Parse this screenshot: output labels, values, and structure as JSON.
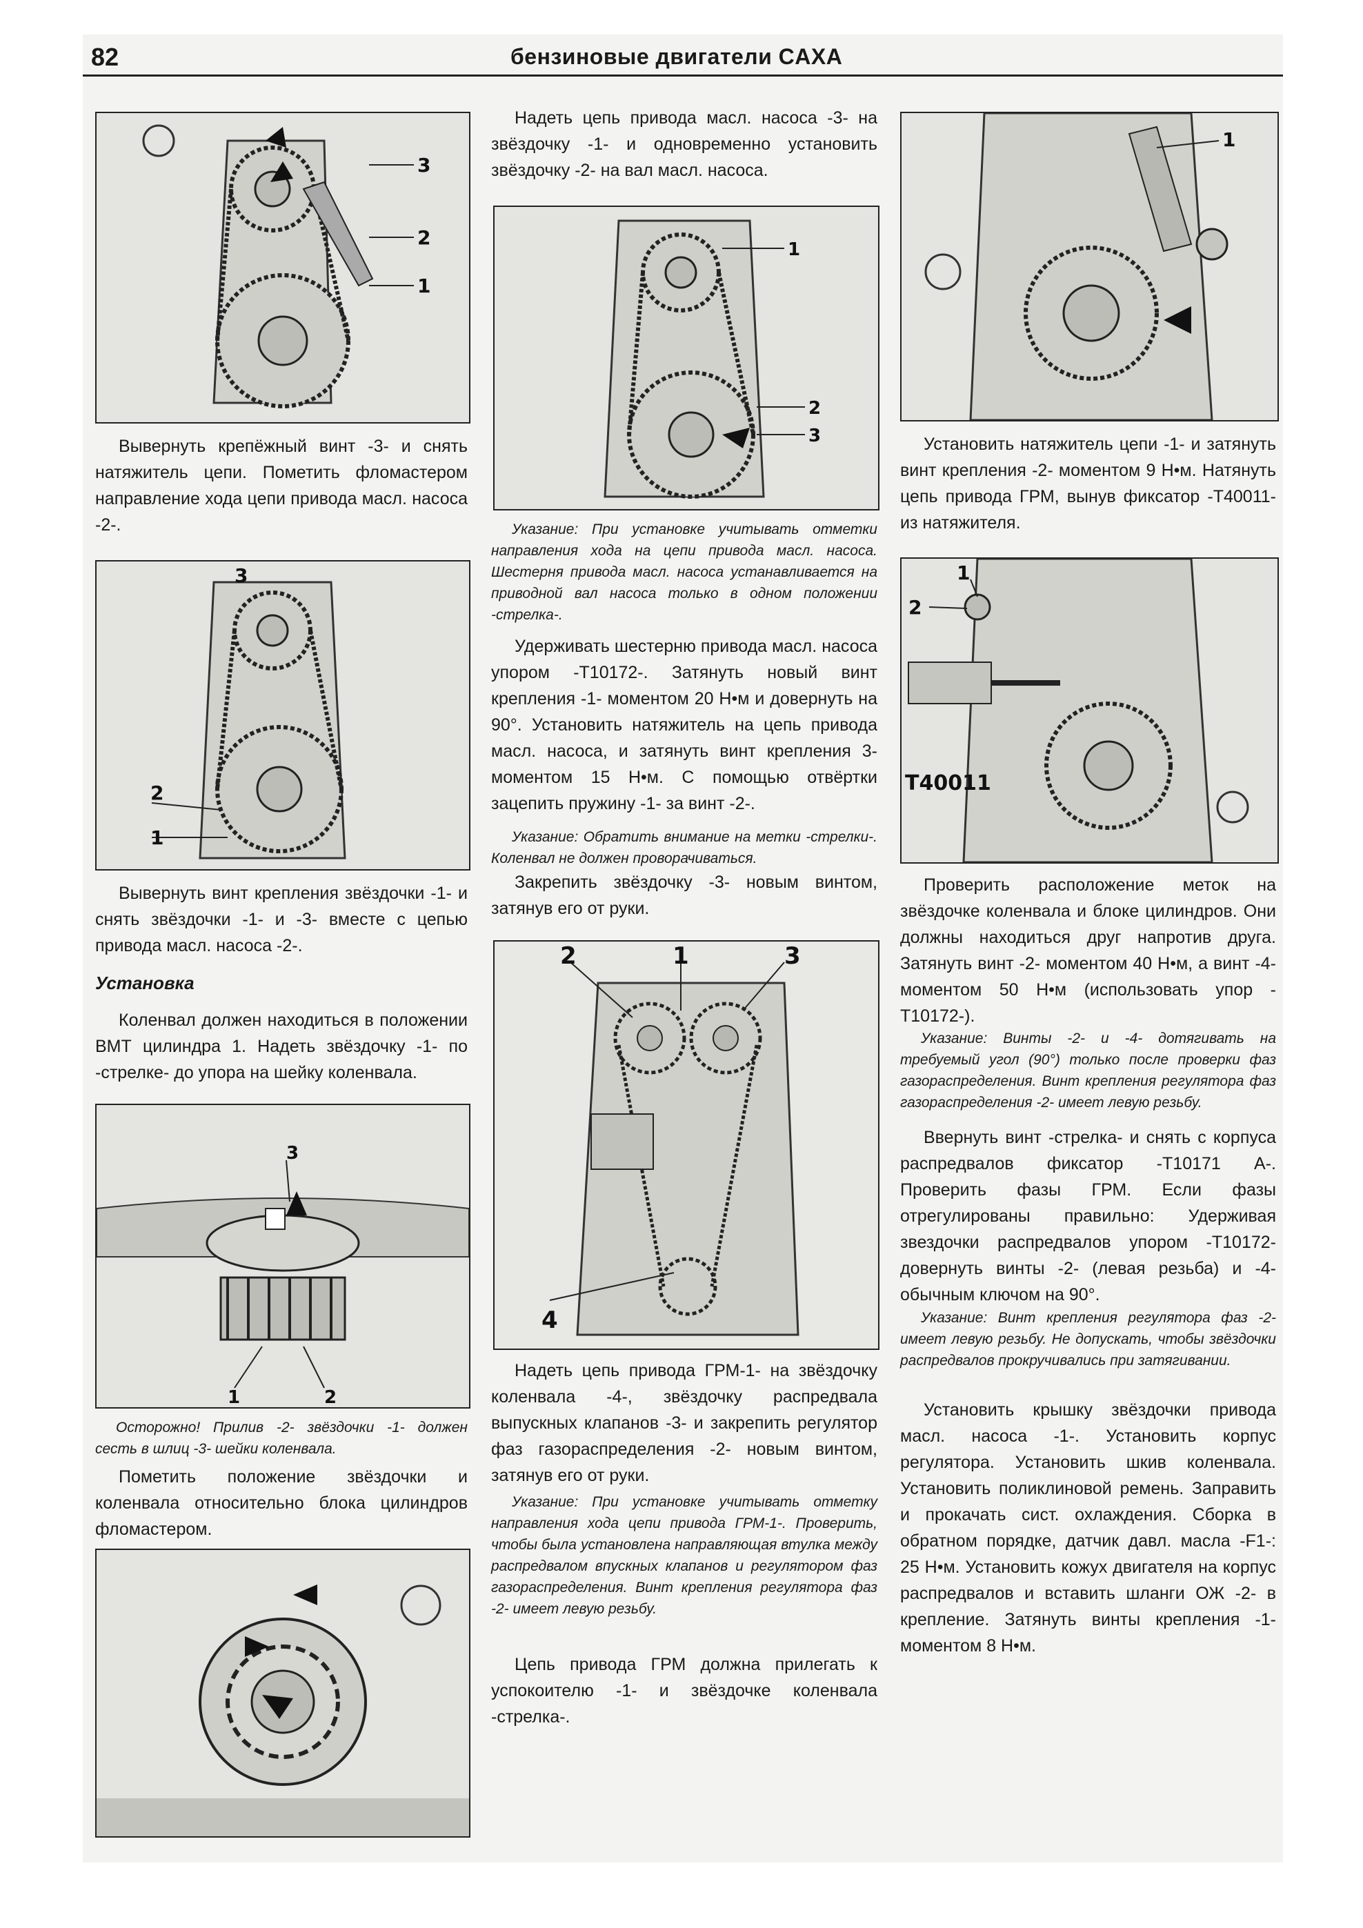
{
  "header": {
    "page_number": "82",
    "running_title": "бензиновые двигатели CAXA"
  },
  "figures": {
    "fig1": {
      "labels": [
        "3",
        "2",
        "1"
      ]
    },
    "fig2": {
      "labels": [
        "3",
        "2",
        "1"
      ]
    },
    "fig3": {
      "labels": [
        "3",
        "1",
        "2"
      ]
    },
    "fig4": {
      "labels": []
    },
    "fig5": {
      "labels": [
        "1",
        "2",
        "3"
      ]
    },
    "fig6": {
      "labels": [
        "2",
        "1",
        "3",
        "4"
      ]
    },
    "fig7": {
      "labels": [
        "1"
      ]
    },
    "fig8": {
      "labels": [
        "1",
        "2",
        "T40011"
      ]
    }
  },
  "col1": {
    "p1": "Вывернуть крепёжный винт -3- и снять натяжитель цепи. Пометить фломастером направление хода цепи привода масл. насоса -2-.",
    "p2": "Вывернуть винт крепления звёздочки -1- и снять звёздочки -1- и -3- вместе с цепью привода масл. насоса -2-.",
    "heading": "Установка",
    "p3": "Коленвал должен находиться в положении ВМТ цилиндра 1. Надеть звёздочку -1- по -стрелке- до упора на шейку коленвала.",
    "note1": "Осторожно! Прилив -2- звёздочки -1- должен сесть в шлиц -3- шейки коленвала.",
    "p4": "Пометить положение звёздочки и коленвала относительно блока цилиндров фломастером."
  },
  "col2": {
    "p1": "Надеть цепь привода масл. насоса -3- на звёздочку -1- и одновременно установить звёздочку -2- на вал масл. насоса.",
    "note1": "Указание: При установке учитывать отметки направления хода на цепи привода масл. насоса. Шестерня привода масл. насоса устанавливается на приводной вал насоса только в одном положении -стрелка-.",
    "p2": "Удерживать шестерню привода масл. насоса упором -T10172-. Затянуть новый винт крепления -1- моментом 20 Н•м и довернуть на 90°. Установить натяжитель на цепь привода масл. насоса, и затянуть винт крепления 3- моментом 15 Н•м. С помощью отвёртки зацепить пружину -1- за винт -2-.",
    "note2": "Указание: Обратить внимание на метки -стрелки-. Коленвал не должен проворачиваться.",
    "p3": "Закрепить звёздочку -3- новым винтом, затянув его от руки.",
    "p4": "Надеть цепь привода ГРМ-1- на звёздочку коленвала -4-, звёздочку распредвала выпускных клапанов -3- и закрепить регулятор фаз газораспределения -2- новым винтом, затянув его от руки.",
    "note3": "Указание: При установке учитывать отметку направления хода цепи привода ГРМ-1-. Проверить, чтобы была установлена направляющая втулка между распредвалом впускных клапанов и регулятором фаз газораспределения. Винт крепления регулятора фаз -2- имеет левую резьбу.",
    "p5": "Цепь привода ГРМ должна прилегать к успокоителю -1- и звёздочке коленвала -стрелка-."
  },
  "col3": {
    "p1": "Установить натяжитель цепи -1- и затянуть винт крепления -2- моментом 9 Н•м. Натянуть цепь привода ГРМ, вынув фиксатор -T40011- из натяжителя.",
    "p2": "Проверить расположение меток на звёздочке коленвала и блоке цилиндров. Они должны находиться друг напротив друга. Затянуть винт -2- моментом 40 Н•м, а винт -4- моментом 50 Н•м (использовать упор -T10172-).",
    "note1": "Указание: Винты -2- и -4- дотягивать на требуемый угол (90°) только после проверки фаз газораспределения. Винт крепления регулятора фаз газораспределения -2- имеет левую резьбу.",
    "p3": "Ввернуть винт -стрелка- и снять с корпуса распредвалов фиксатор -T10171 А-. Проверить фазы ГРМ. Если фазы отрегулированы правильно: Удерживая звездочки распредвалов упором -T10172- довернуть винты -2- (левая резьба) и -4- обычным ключом на 90°.",
    "note2": "Указание: Винт крепления регулятора фаз -2- имеет левую резьбу. Не допускать, чтобы звёздочки распредвалов прокручивались при затягивании.",
    "p4": "Установить крышку звёздочки привода масл. насоса -1-. Установить корпус регулятора. Установить шкив коленвала. Установить поликлиновой ремень. Заправить и прокачать сист. охлаждения. Сборка в обратном порядке, датчик давл. масла -F1-: 25 Н•м. Установить кожух двигателя на корпус распредвалов и вставить шланги ОЖ -2- в крепление. Затянуть винты крепления -1- моментом 8 Н•м."
  }
}
